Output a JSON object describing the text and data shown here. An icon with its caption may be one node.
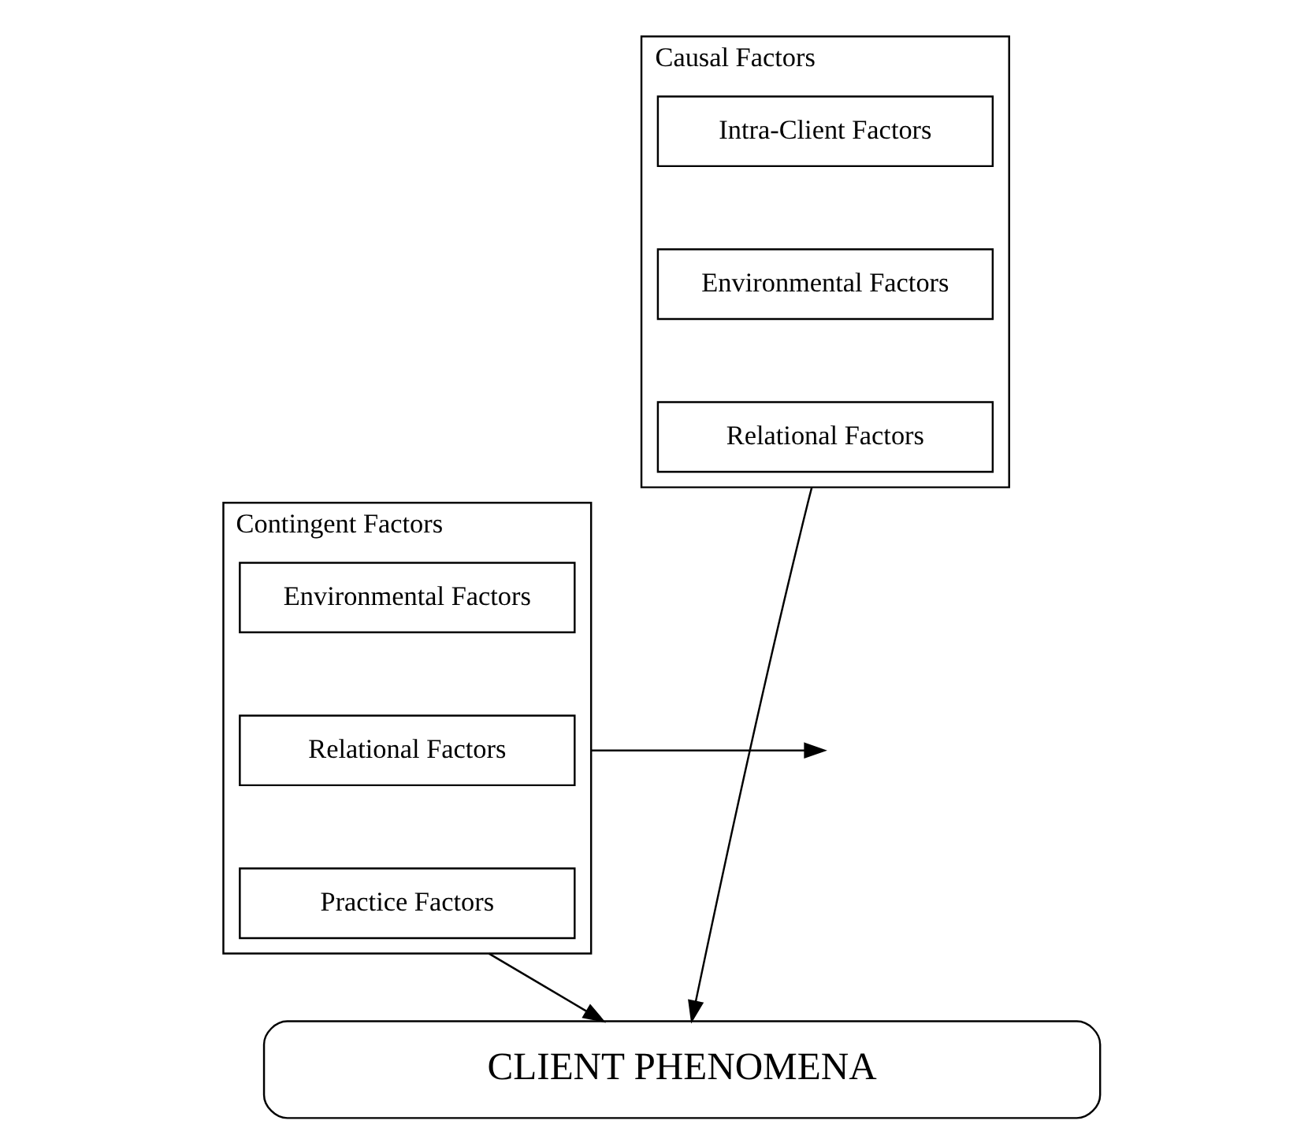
{
  "diagram": {
    "nodes": [
      {
        "text": [
          "Causal Factors"
        ]
      },
      {
        "text": [
          "Intra-Client Factors"
        ],
        "in": 0
      },
      {
        "text": [
          "Environmental Factors"
        ],
        "in": 0
      },
      {
        "text": [
          "Relational Factors"
        ],
        "in": 0
      },
      {
        "text": [
          "Contingent Factors"
        ]
      },
      {
        "text": [
          "Environmental Factors"
        ],
        "in": 4
      },
      {
        "text": [
          "Relational Factors"
        ],
        "in": 4
      },
      {
        "text": [
          "Practice Factors"
        ],
        "in": 4
      },
      {
        "text": [
          "CLIENT PHENOMENA"
        ]
      }
    ],
    "edges": [
      {
        "from": 0,
        "to": 8,
        "arrow": "to"
      },
      {
        "from": 4,
        "to": null,
        "arrow": "to"
      },
      {
        "from": 4,
        "to": 8,
        "arrow": "to"
      }
    ]
  }
}
